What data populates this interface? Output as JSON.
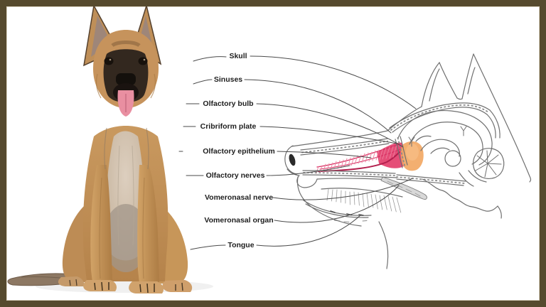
{
  "frame": {
    "border_color": "#564a2e",
    "inner_line_color": "#d5cab4",
    "background": "#ffffff"
  },
  "photo": {
    "subject": "Belgian Malinois puppy sitting, front view, tongue out"
  },
  "diagram": {
    "subject": "Sagittal sketch of a dog head showing olfactory anatomy",
    "labels": [
      "Skull",
      "Sinuses",
      "Olfactory bulb",
      "Cribriform plate",
      "Olfactory epithelium",
      "Olfactory nerves",
      "Vomeronasal nerve",
      "Vomeronasal organ",
      "Tongue"
    ],
    "highlight_colors": {
      "olfactory_bulb": "#f2a661",
      "olfactory_nerves": "#e23a68"
    },
    "sketch_stroke": "#6f6f6f",
    "leader_color": "#4a4a4a",
    "label_text_color": "#1e1e1e"
  }
}
